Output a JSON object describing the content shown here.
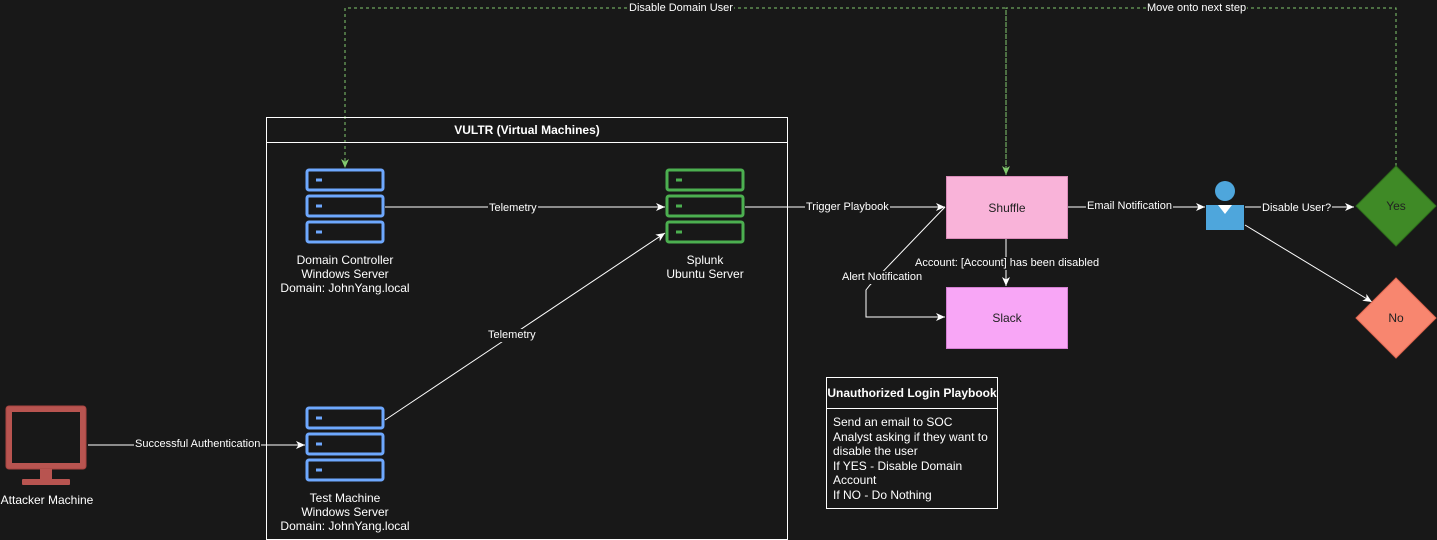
{
  "container": {
    "title": "VULTR (Virtual Machines)"
  },
  "nodes": {
    "domain_controller": {
      "lines": [
        "Domain Controller",
        "Windows Server",
        "Domain: JohnYang.local"
      ],
      "icon": "server-icon",
      "color": "#6ea8fe"
    },
    "test_machine": {
      "lines": [
        "Test Machine",
        "Windows Server",
        "Domain: JohnYang.local"
      ],
      "icon": "server-icon",
      "color": "#6ea8fe"
    },
    "splunk": {
      "lines": [
        "Splunk",
        "Ubuntu Server"
      ],
      "icon": "server-icon",
      "color": "#4caf50"
    },
    "attacker": {
      "label": "Attacker Machine",
      "icon": "monitor-icon",
      "color": "#b85450"
    },
    "shuffle": {
      "label": "Shuffle",
      "color": "#f9b3d9"
    },
    "slack": {
      "label": "Slack",
      "color": "#f8a6f6"
    },
    "user": {
      "icon": "user-icon",
      "color": "#4ea6dc"
    },
    "yes": {
      "label": "Yes",
      "color": "#3f8a26"
    },
    "no": {
      "label": "No",
      "color": "#f8866f"
    }
  },
  "edges": {
    "successful_auth": "Successful Authentication",
    "telemetry_dc": "Telemetry",
    "telemetry_test": "Telemetry",
    "trigger_playbook": "Trigger Playbook",
    "email_notification": "Email Notification",
    "disable_user_q": "Disable User?",
    "account_disabled": "Account: [Account] has been disabled",
    "alert_notification": "Alert Notification",
    "disable_domain_user": "Disable Domain User",
    "move_next_step": "Move onto next step"
  },
  "playbook": {
    "title": "Unauthorized Login Playbook",
    "body": "Send an email to SOC\nAnalyst asking if they want to\ndisable the user\nIf YES - Disable Domain\nAccount\nIf NO - Do Nothing"
  }
}
